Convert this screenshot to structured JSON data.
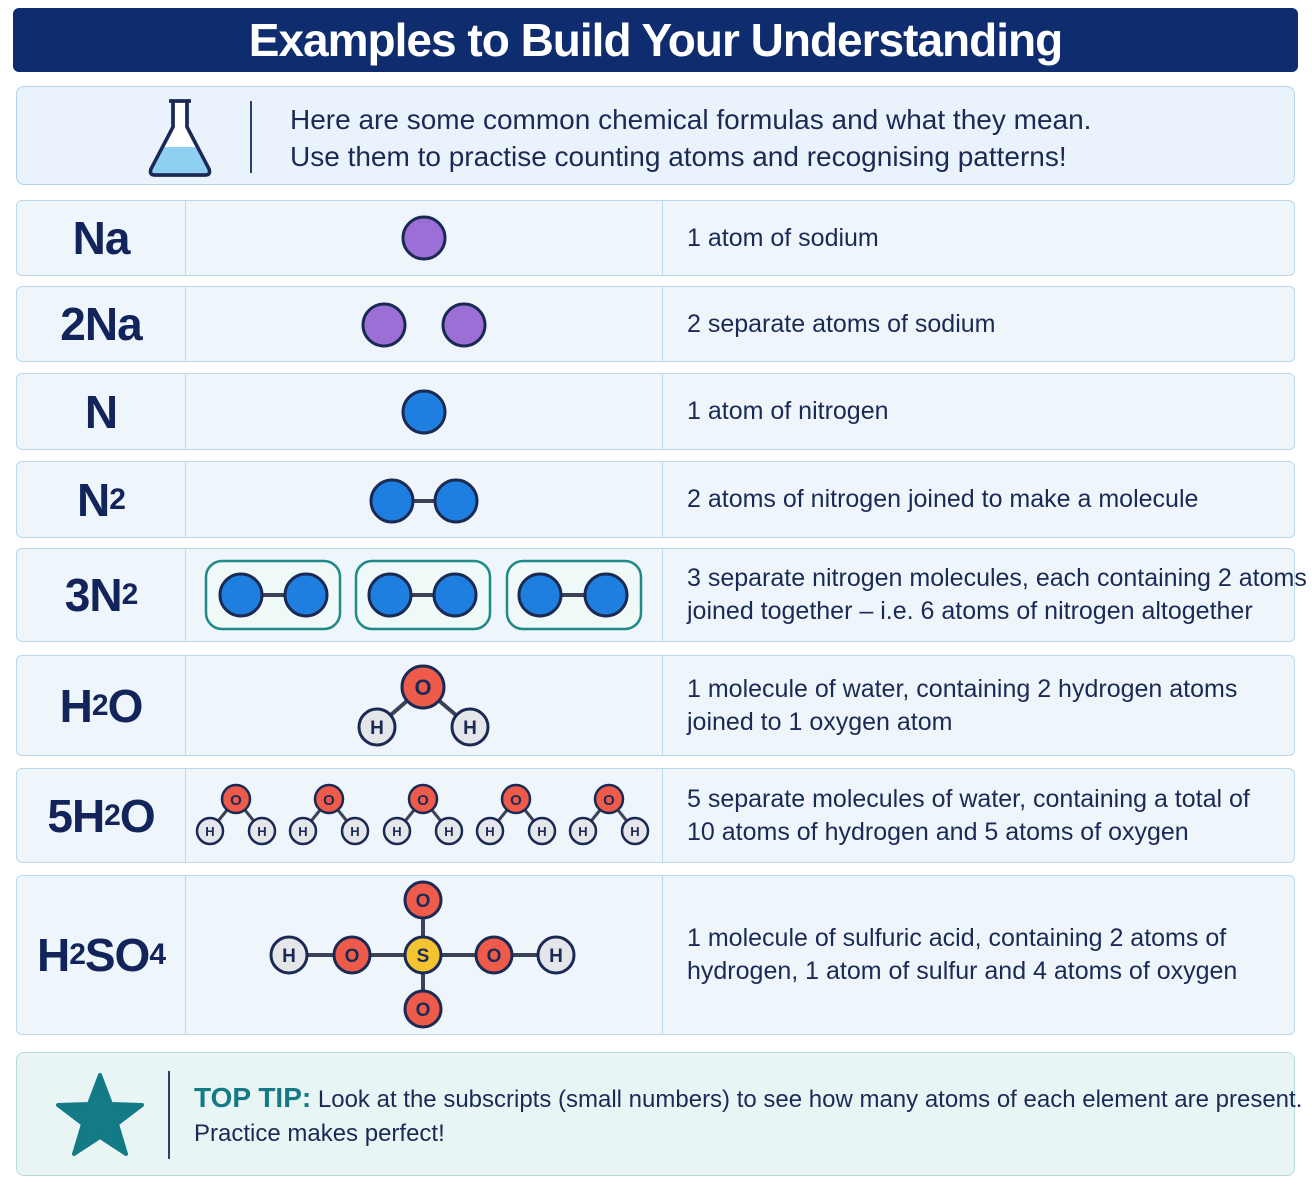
{
  "title": "Examples to Build Your Understanding",
  "intro": {
    "icon": "flask-icon",
    "line1": "Here are some common chemical formulas and what they mean.",
    "line2": "Use them to practise counting atoms and recognising patterns!"
  },
  "colors": {
    "sodium": "#9b6fd6",
    "nitrogen": "#1e7fe0",
    "oxygen": "#ef5b4a",
    "hydrogen": "#e4e6ea",
    "sulfur": "#f4c430",
    "header": "#0e2c6e",
    "accent": "#137a86"
  },
  "rows": [
    {
      "formula": "Na",
      "desc1": "1 atom of sodium",
      "desc2": ""
    },
    {
      "formula": "2Na",
      "desc1": "2 separate atoms of sodium",
      "desc2": ""
    },
    {
      "formula": "N",
      "desc1": "1 atom of nitrogen",
      "desc2": ""
    },
    {
      "formula_main": "N",
      "formula_sub": "2",
      "desc1": "2 atoms of nitrogen joined to make a molecule",
      "desc2": ""
    },
    {
      "formula_main": "3N",
      "formula_sub": "2",
      "desc1": "3 separate nitrogen molecules, each containing 2 atoms",
      "desc2": "joined together – i.e. 6 atoms of nitrogen altogether"
    },
    {
      "formula_main": "H",
      "formula_sub": "2",
      "formula_tail": "O",
      "desc1": "1 molecule of water, containing 2 hydrogen atoms",
      "desc2": "joined to 1 oxygen atom"
    },
    {
      "formula_main": "5H",
      "formula_sub": "2",
      "formula_tail": "O",
      "desc1": "5 separate molecules of water, containing a total of",
      "desc2": "10 atoms of hydrogen and 5 atoms of oxygen"
    },
    {
      "formula_main": "H",
      "formula_sub": "2",
      "formula_tail": "SO",
      "formula_sub2": "4",
      "desc1": "1 molecule of sulfuric acid, containing 2 atoms of",
      "desc2": "hydrogen, 1 atom of sulfur and 4 atoms of oxygen"
    }
  ],
  "atom_labels": {
    "oxygen": "O",
    "hydrogen": "H",
    "sulfur": "S"
  },
  "tip": {
    "icon": "star-icon",
    "label": "TOP TIP:",
    "line1": " Look at the subscripts (small numbers) to see how many atoms of each element are present.",
    "line2": "Practice makes perfect!"
  }
}
